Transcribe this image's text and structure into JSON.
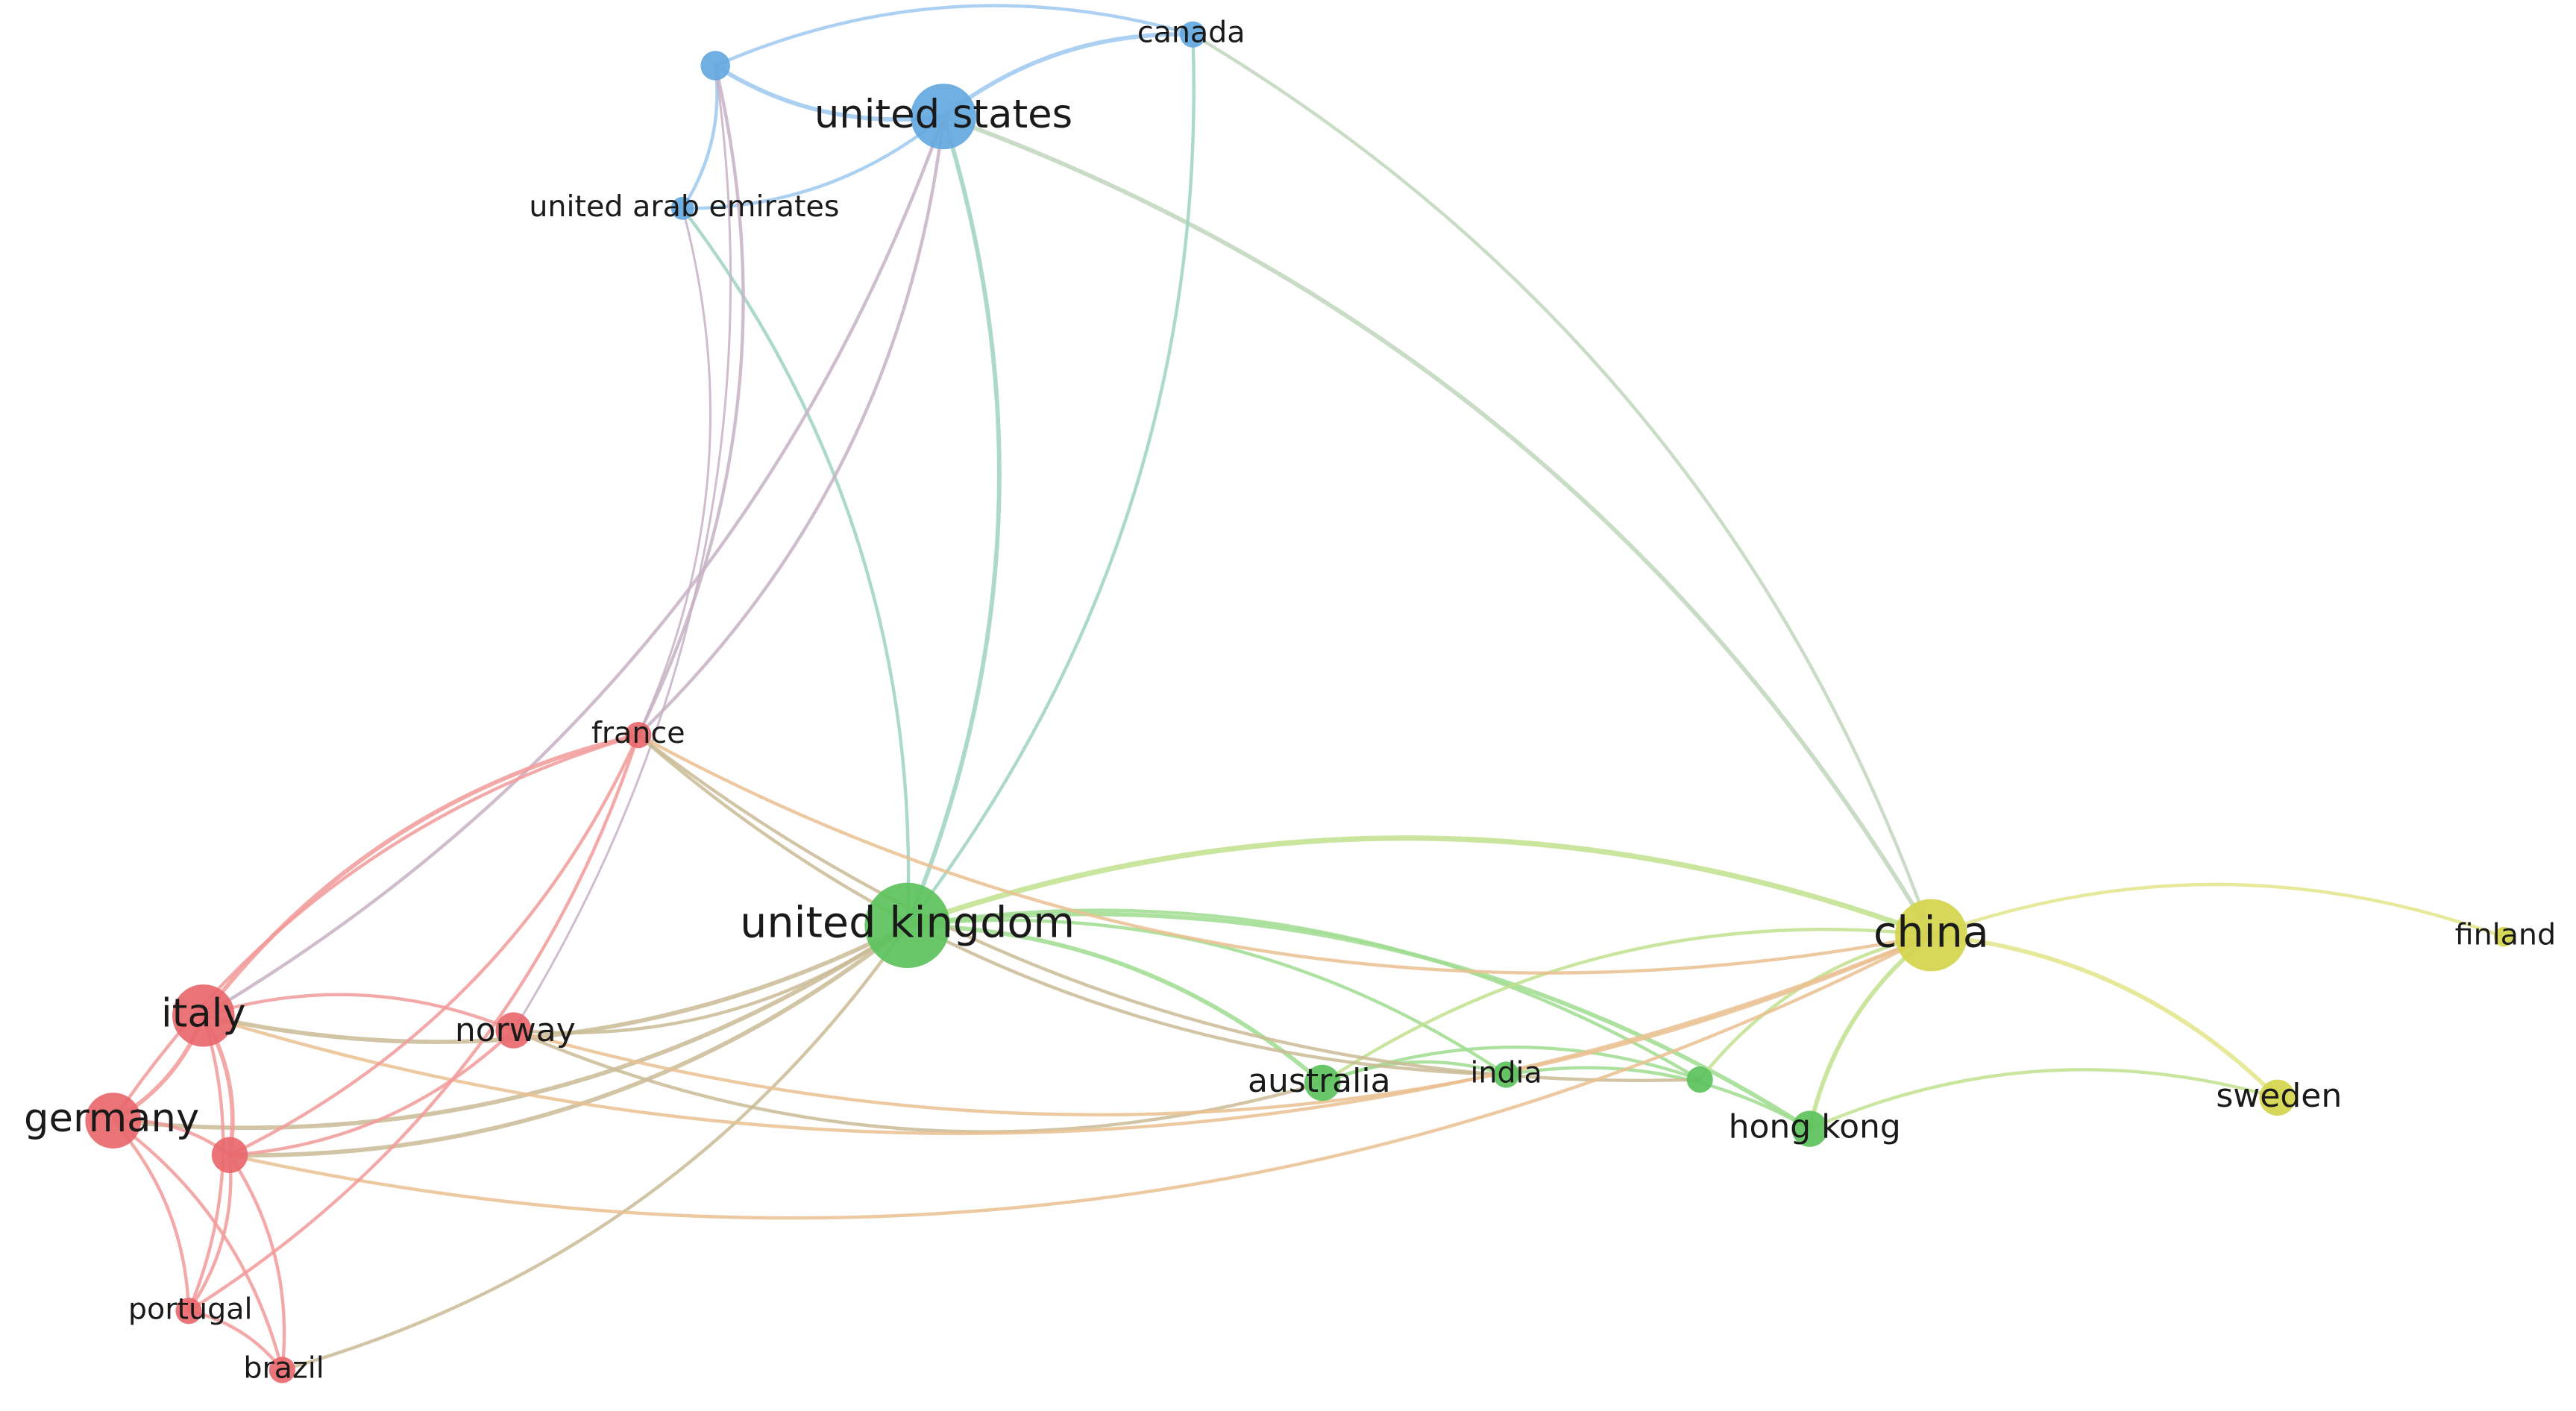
{
  "colors": {
    "cluster_red": "#e8686c",
    "cluster_green": "#5cc25c",
    "cluster_blue": "#64a8e0",
    "cluster_yellow": "#d4d44c",
    "edge_red": "#f29a9a",
    "edge_green": "#9fdc8f",
    "edge_blue": "#9cc8ee",
    "edge_yellow": "#e2e488",
    "label": "#1a1a1a"
  },
  "nodes": [
    {
      "id": "united-states",
      "label": "united states",
      "cluster": "blue"
    },
    {
      "id": "canada",
      "label": "canada",
      "cluster": "blue"
    },
    {
      "id": "united-arab-emirates",
      "label": "united arab emirates",
      "cluster": "blue"
    },
    {
      "id": "blue-unlabeled",
      "label": "",
      "cluster": "blue"
    },
    {
      "id": "united-kingdom",
      "label": "united kingdom",
      "cluster": "green"
    },
    {
      "id": "australia",
      "label": "australia",
      "cluster": "green"
    },
    {
      "id": "india",
      "label": "india",
      "cluster": "green"
    },
    {
      "id": "hong-kong",
      "label": "hong kong",
      "cluster": "green"
    },
    {
      "id": "green-unlabeled",
      "label": "",
      "cluster": "green"
    },
    {
      "id": "china",
      "label": "china",
      "cluster": "yellow"
    },
    {
      "id": "finland",
      "label": "finland",
      "cluster": "yellow"
    },
    {
      "id": "sweden",
      "label": "sweden",
      "cluster": "yellow"
    },
    {
      "id": "italy",
      "label": "italy",
      "cluster": "red"
    },
    {
      "id": "germany",
      "label": "germany",
      "cluster": "red"
    },
    {
      "id": "france",
      "label": "france",
      "cluster": "red"
    },
    {
      "id": "norway",
      "label": "norway",
      "cluster": "red"
    },
    {
      "id": "portugal",
      "label": "portugal",
      "cluster": "red"
    },
    {
      "id": "brazil",
      "label": "brazil",
      "cluster": "red"
    },
    {
      "id": "red-unlabeled",
      "label": "",
      "cluster": "red"
    }
  ],
  "edges": [
    {
      "from": "united-states",
      "to": "blue-unlabeled",
      "weight": 3
    },
    {
      "from": "united-states",
      "to": "canada",
      "weight": 3
    },
    {
      "from": "blue-unlabeled",
      "to": "canada",
      "weight": 2
    },
    {
      "from": "united-states",
      "to": "united-arab-emirates",
      "weight": 2
    },
    {
      "from": "blue-unlabeled",
      "to": "united-arab-emirates",
      "weight": 2
    },
    {
      "from": "united-states",
      "to": "china",
      "weight": 3
    },
    {
      "from": "canada",
      "to": "china",
      "weight": 2
    },
    {
      "from": "united-states",
      "to": "united-kingdom",
      "weight": 3
    },
    {
      "from": "canada",
      "to": "united-kingdom",
      "weight": 2
    },
    {
      "from": "united-arab-emirates",
      "to": "united-kingdom",
      "weight": 2
    },
    {
      "from": "united-states",
      "to": "italy",
      "weight": 2
    },
    {
      "from": "united-states",
      "to": "france",
      "weight": 2
    },
    {
      "from": "united-arab-emirates",
      "to": "france",
      "weight": 1
    },
    {
      "from": "blue-unlabeled",
      "to": "france",
      "weight": 2
    },
    {
      "from": "blue-unlabeled",
      "to": "norway",
      "weight": 1
    },
    {
      "from": "united-kingdom",
      "to": "china",
      "weight": 4
    },
    {
      "from": "united-kingdom",
      "to": "australia",
      "weight": 3
    },
    {
      "from": "united-kingdom",
      "to": "india",
      "weight": 2
    },
    {
      "from": "united-kingdom",
      "to": "hong-kong",
      "weight": 3
    },
    {
      "from": "united-kingdom",
      "to": "green-unlabeled",
      "weight": 2
    },
    {
      "from": "united-kingdom",
      "to": "italy",
      "weight": 3
    },
    {
      "from": "united-kingdom",
      "to": "germany",
      "weight": 3
    },
    {
      "from": "united-kingdom",
      "to": "red-unlabeled",
      "weight": 3
    },
    {
      "from": "united-kingdom",
      "to": "norway",
      "weight": 2
    },
    {
      "from": "united-kingdom",
      "to": "brazil",
      "weight": 2
    },
    {
      "from": "australia",
      "to": "china",
      "weight": 2
    },
    {
      "from": "australia",
      "to": "india",
      "weight": 2
    },
    {
      "from": "australia",
      "to": "green-unlabeled",
      "weight": 2
    },
    {
      "from": "australia",
      "to": "norway",
      "weight": 2
    },
    {
      "from": "india",
      "to": "hong-kong",
      "weight": 2
    },
    {
      "from": "india",
      "to": "france",
      "weight": 2
    },
    {
      "from": "hong-kong",
      "to": "china",
      "weight": 3
    },
    {
      "from": "hong-kong",
      "to": "sweden",
      "weight": 2
    },
    {
      "from": "green-unlabeled",
      "to": "china",
      "weight": 2
    },
    {
      "from": "green-unlabeled",
      "to": "france",
      "weight": 2
    },
    {
      "from": "china",
      "to": "finland",
      "weight": 2
    },
    {
      "from": "china",
      "to": "sweden",
      "weight": 3
    },
    {
      "from": "china",
      "to": "italy",
      "weight": 2
    },
    {
      "from": "china",
      "to": "red-unlabeled",
      "weight": 2
    },
    {
      "from": "china",
      "to": "france",
      "weight": 2
    },
    {
      "from": "china",
      "to": "norway",
      "weight": 2
    },
    {
      "from": "italy",
      "to": "germany",
      "weight": 3
    },
    {
      "from": "italy",
      "to": "france",
      "weight": 3
    },
    {
      "from": "italy",
      "to": "norway",
      "weight": 2
    },
    {
      "from": "italy",
      "to": "red-unlabeled",
      "weight": 3
    },
    {
      "from": "italy",
      "to": "portugal",
      "weight": 2
    },
    {
      "from": "germany",
      "to": "france",
      "weight": 2
    },
    {
      "from": "germany",
      "to": "red-unlabeled",
      "weight": 2
    },
    {
      "from": "germany",
      "to": "brazil",
      "weight": 2
    },
    {
      "from": "germany",
      "to": "portugal",
      "weight": 2
    },
    {
      "from": "france",
      "to": "red-unlabeled",
      "weight": 2
    },
    {
      "from": "france",
      "to": "portugal",
      "weight": 2
    },
    {
      "from": "norway",
      "to": "red-unlabeled",
      "weight": 2
    },
    {
      "from": "red-unlabeled",
      "to": "portugal",
      "weight": 2
    },
    {
      "from": "red-unlabeled",
      "to": "brazil",
      "weight": 2
    },
    {
      "from": "portugal",
      "to": "brazil",
      "weight": 2
    }
  ]
}
